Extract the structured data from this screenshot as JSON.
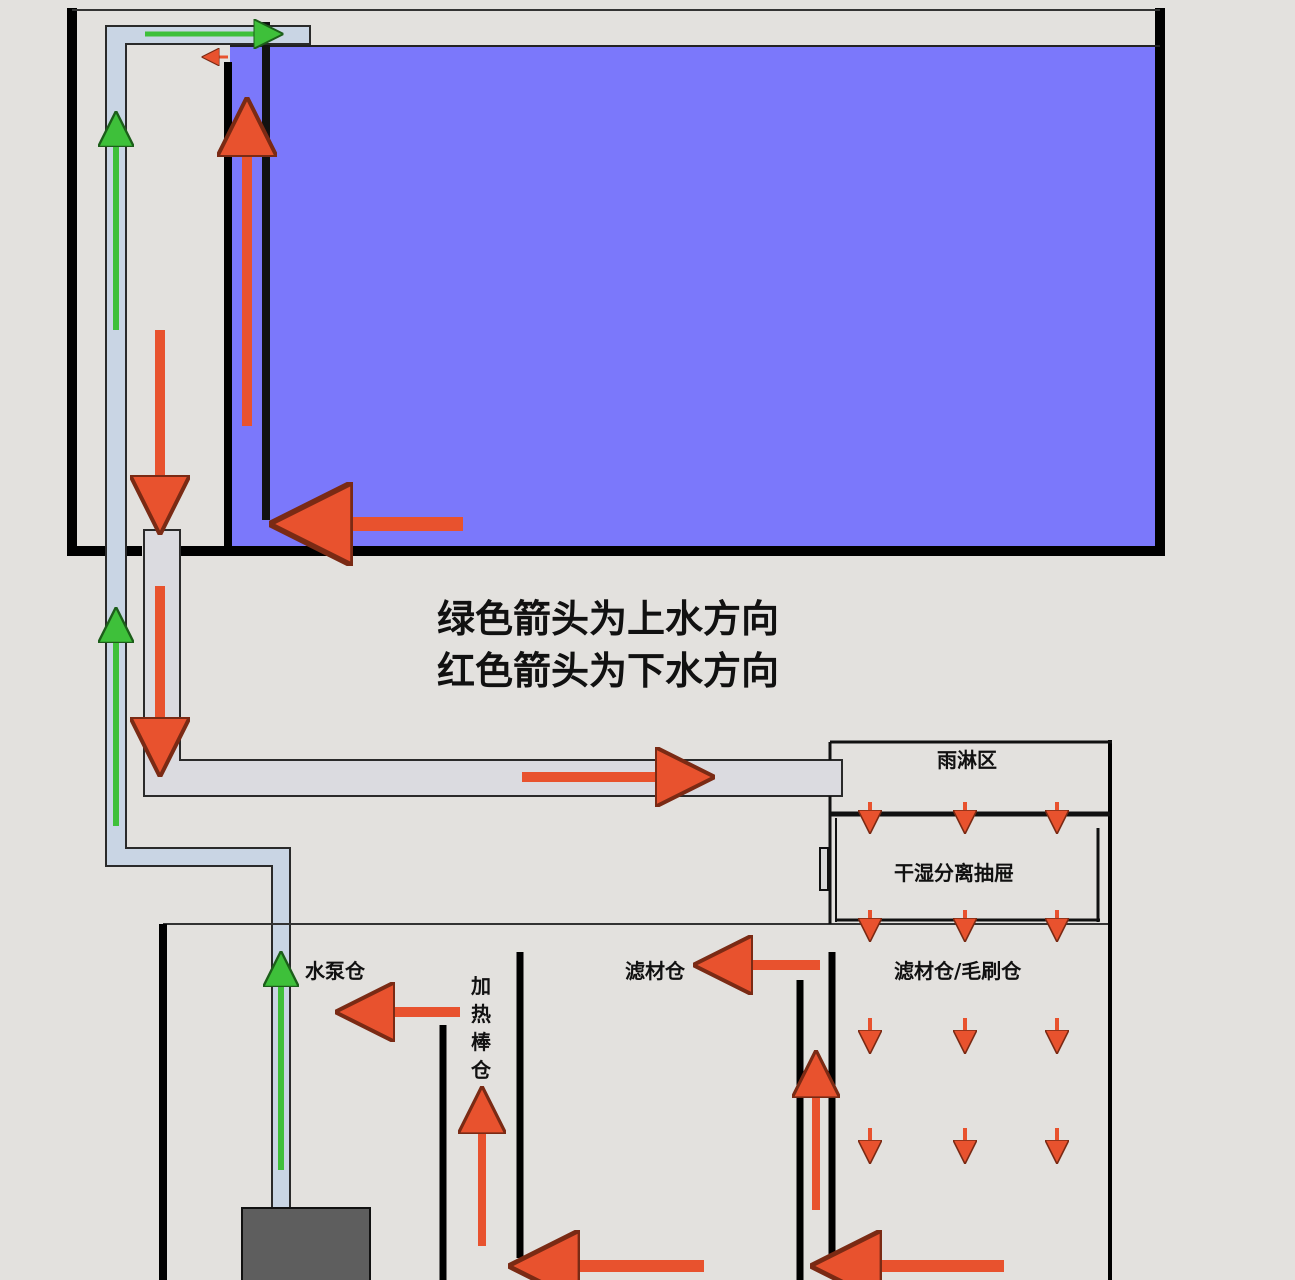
{
  "legend": {
    "green_line": "绿色箭头为上水方向",
    "red_line": "红色箭头为下水方向"
  },
  "labels": {
    "rain_zone": "雨淋区",
    "dry_wet_drawer": "干湿分离抽屉",
    "pump_chamber": "水泵仓",
    "heater_chamber_chars": [
      "加",
      "热",
      "棒",
      "仓"
    ],
    "media_chamber": "滤材仓",
    "media_brush_chamber": "滤材仓/毛刷仓"
  },
  "colors": {
    "background": "#e3e1de",
    "water": "#7b78fb",
    "pipe": "#c9d5e4",
    "wall": "#000000",
    "return_arrow": "#e8522e",
    "supply_arrow": "#3ec03a",
    "pump": "#5e5e5e"
  }
}
